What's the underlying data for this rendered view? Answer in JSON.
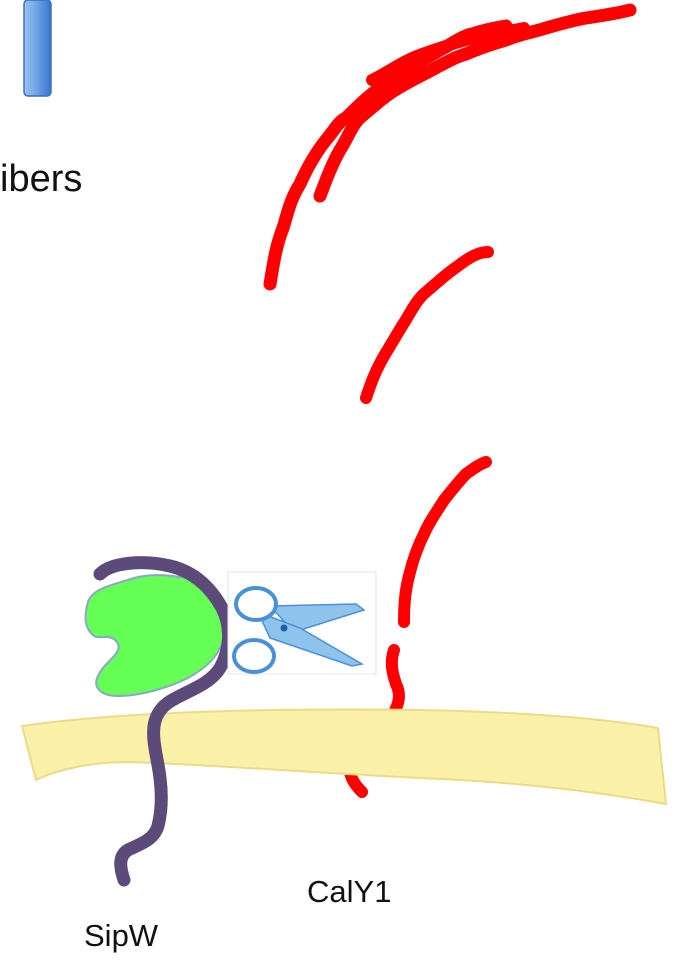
{
  "labels": {
    "fibers_fragment": "ibers",
    "protein_caly1": "CalY1",
    "protein_sipw": "SipW"
  },
  "colors": {
    "fiber": "#ff0000",
    "sipw": "#5b4a7a",
    "enzyme": "#66ff55",
    "membrane": "#faf0a8",
    "membrane_shadow": "#6e9c3c",
    "scissors": "#7fb8e6",
    "scissors_outline": "#4a90d9",
    "arrow_top": "#4f88d8",
    "text": "#111111"
  },
  "icons": [
    "arrow-up-icon",
    "scissors-icon",
    "enzyme-blob"
  ]
}
